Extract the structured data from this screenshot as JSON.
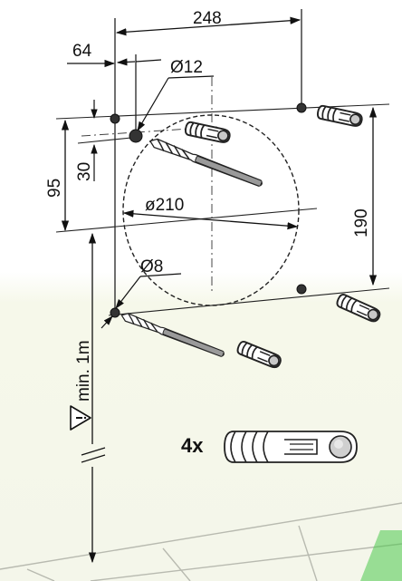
{
  "dimensions": {
    "width_spacing": "248",
    "offset_left": "64",
    "hole_large": "Ø12",
    "depth_95": "95",
    "depth_30": "30",
    "circle_diameter": "ø210",
    "height_spacing": "190",
    "hole_small": "Ø8"
  },
  "mounting": {
    "min_height": "min. 1m",
    "anchor_quantity": "4x"
  },
  "icons": {
    "warning": "warning-triangle-icon",
    "drill": "drill-bit-icon",
    "anchor": "wall-anchor-icon"
  },
  "colors": {
    "wall_bg": "#f6f8ea",
    "floor_tile": "#b8bab0",
    "watermark": "#4cc84c"
  }
}
